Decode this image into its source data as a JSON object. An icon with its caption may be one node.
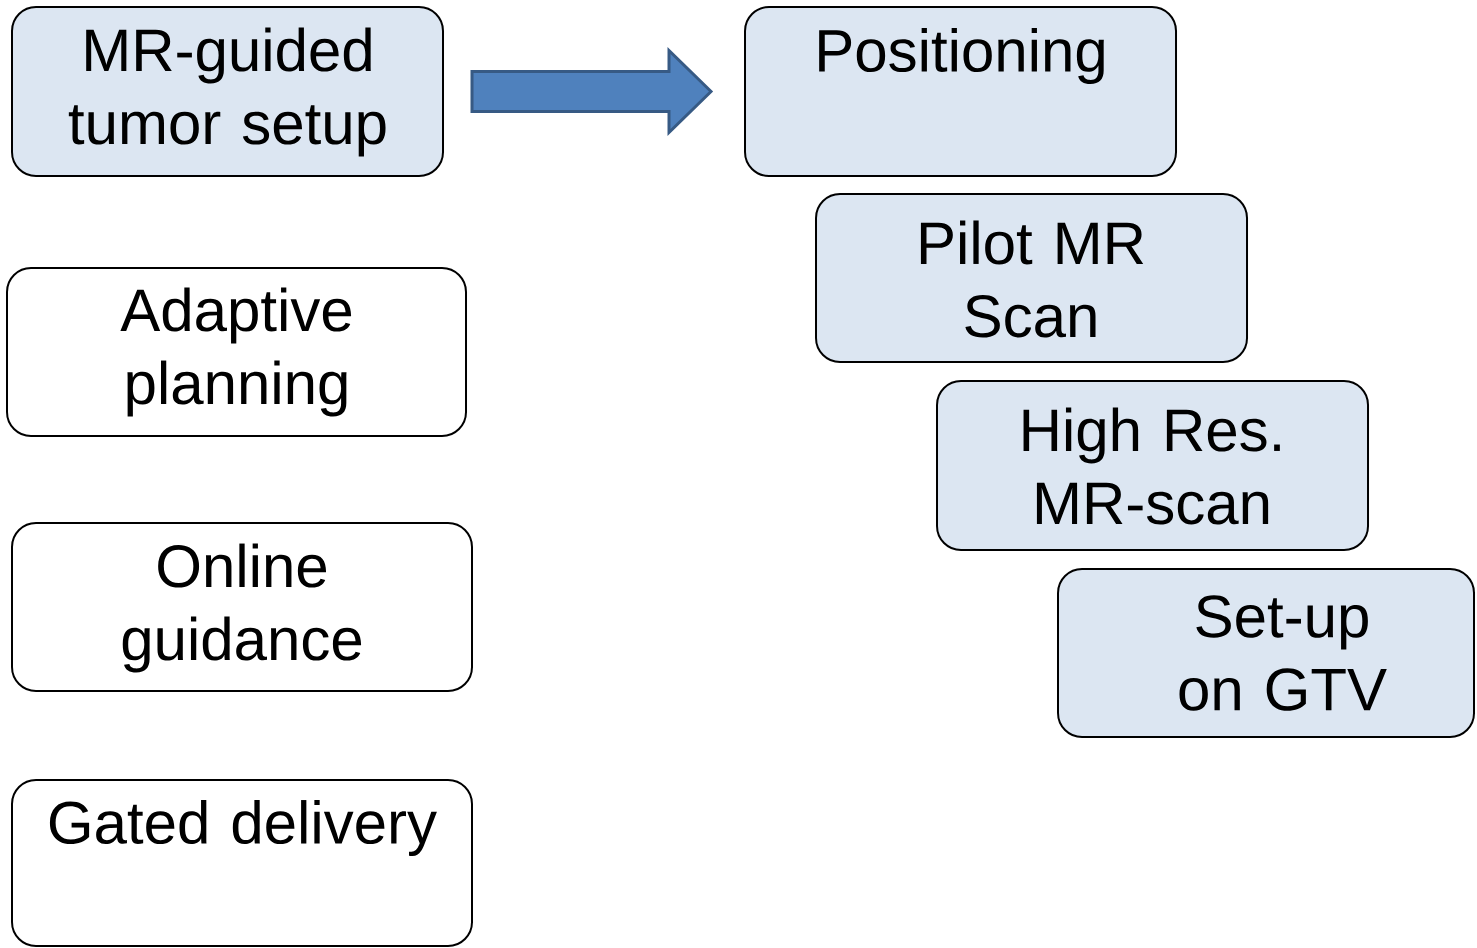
{
  "diagram": {
    "nodes": [
      {
        "text": [
          "MR-guided tumor setup"
        ]
      },
      {
        "text": [
          "Adaptive planning"
        ]
      },
      {
        "text": [
          "Online guidance"
        ]
      },
      {
        "text": [
          "Gated delivery"
        ]
      },
      {
        "text": [
          "Positioning"
        ]
      },
      {
        "text": [
          "Pilot MR Scan"
        ]
      },
      {
        "text": [
          "High Res. MR-scan"
        ]
      },
      {
        "text": [
          "Set-up on GTV"
        ]
      }
    ],
    "edges": [
      {
        "from": 0,
        "to": 4,
        "arrow": "to",
        "style": "thick",
        "color": "#4f81bd"
      }
    ]
  }
}
